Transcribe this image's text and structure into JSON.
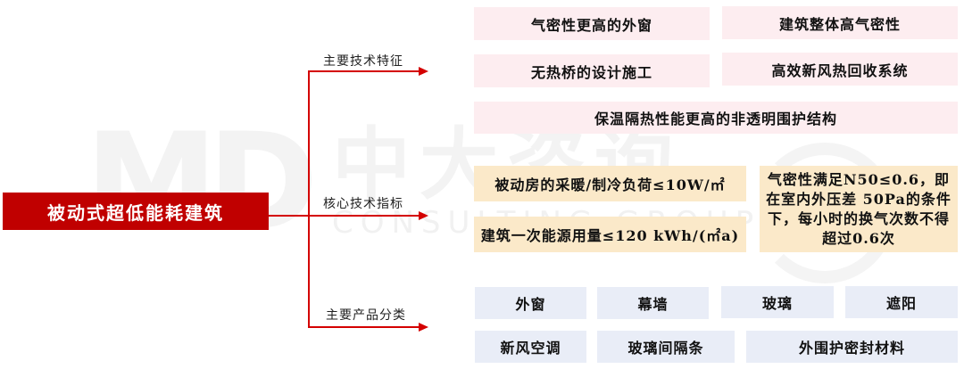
{
  "watermark": {
    "logo": "MD",
    "name_cn": "中大咨询",
    "name_en": "CONSULTING GROUP"
  },
  "root": {
    "label": "被动式超低能耗建筑",
    "color": "#c00000"
  },
  "connector_color": "#d40000",
  "branches": [
    {
      "label": "主要技术特征",
      "box_color": "#fdedf0",
      "items": [
        "气密性更高的外窗",
        "建筑整体高气密性",
        "无热桥的设计施工",
        "高效新风热回收系统",
        "保温隔热性能更高的非透明围护结构"
      ]
    },
    {
      "label": "核心技术指标",
      "box_color": "#fbe9c9",
      "items": [
        "被动房的采暖/制冷负荷≤10W/㎡",
        "建筑一次能源用量≤120 kWh/(㎡a)",
        "气密性满足N50≤0.6，即在室内外压差 50Pa的条件下，每小时的换气次数不得超过0.6次"
      ]
    },
    {
      "label": "主要产品分类",
      "box_color": "#e9edf7",
      "items": [
        "外窗",
        "幕墙",
        "玻璃",
        "遮阳",
        "新风空调",
        "玻璃间隔条",
        "外围护密封材料"
      ]
    }
  ]
}
